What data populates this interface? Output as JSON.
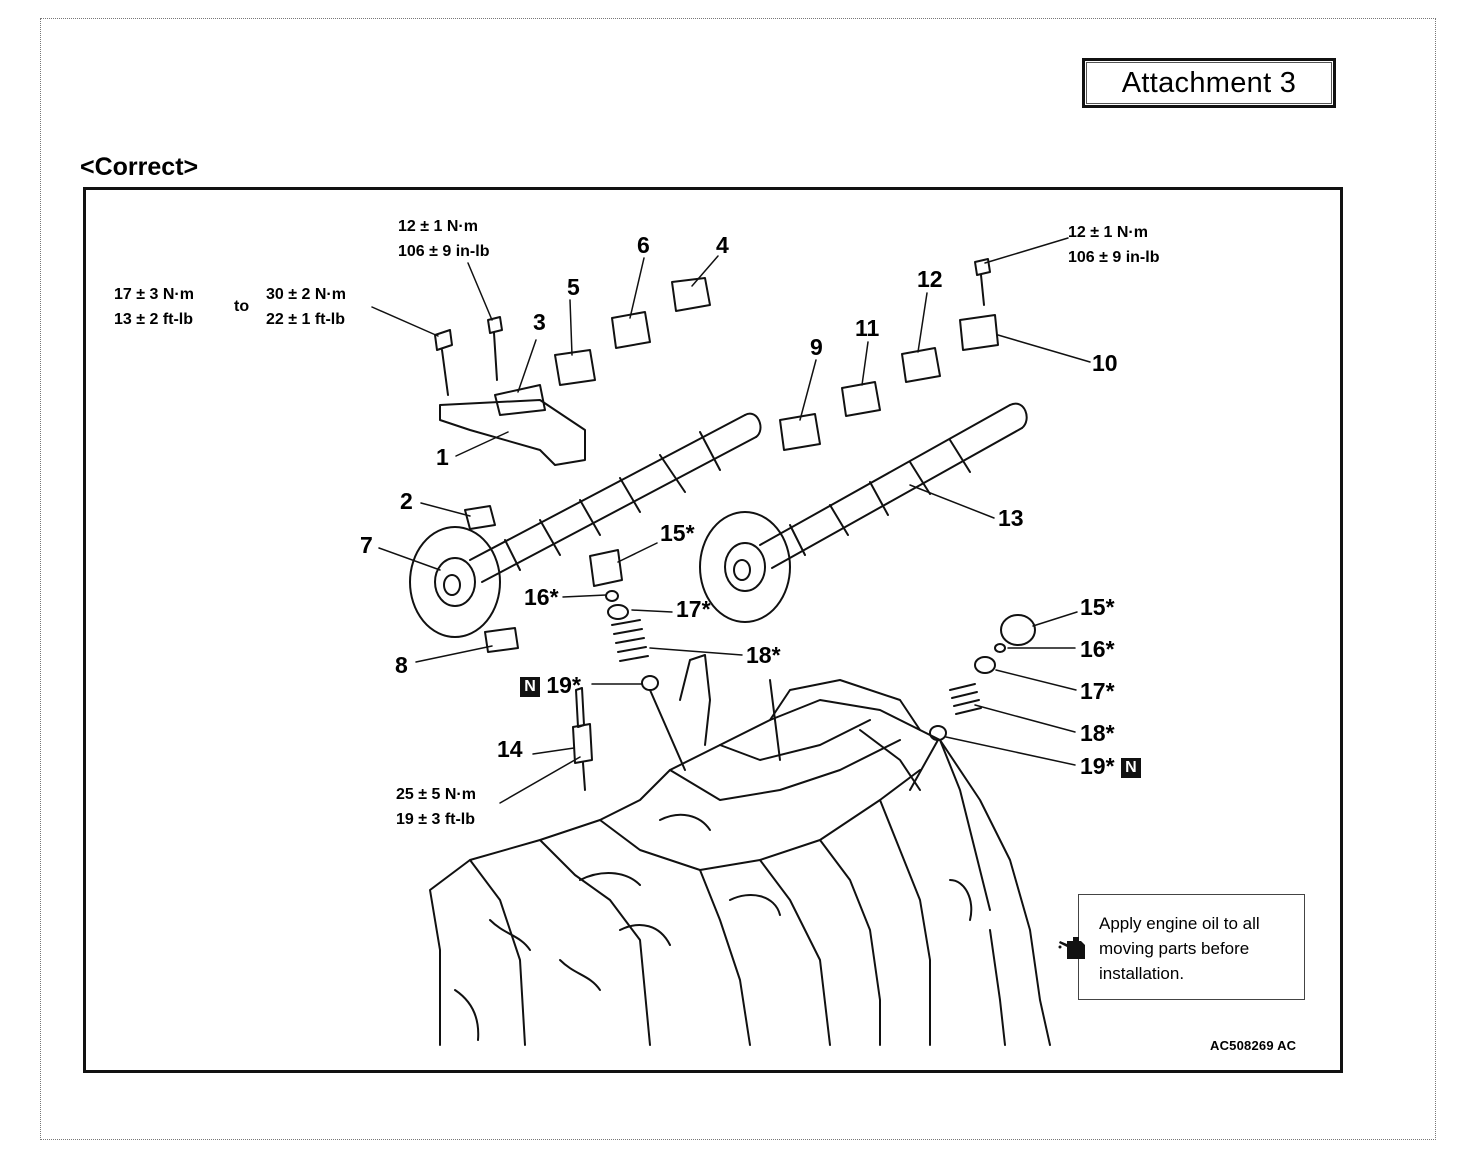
{
  "header": {
    "attachment_label": "Attachment 3",
    "section_title": "<Correct>"
  },
  "torque_specs": {
    "bearing_cap_initial": [
      "17 ± 3 N·m",
      "13 ± 2 ft-lb"
    ],
    "to_word": "to",
    "bearing_cap_final": [
      "30 ± 2 N·m",
      "22 ± 1 ft-lb"
    ],
    "cap_bolt_left": [
      "12 ± 1 N·m",
      "106 ± 9 in-lb"
    ],
    "cap_bolt_right": [
      "12 ± 1 N·m",
      "106 ± 9 in-lb"
    ],
    "spark_plug": [
      "25 ± 5 N·m",
      "19 ± 3 ft-lb"
    ]
  },
  "callouts": {
    "c1": "1",
    "c2": "2",
    "c3": "3",
    "c4": "4",
    "c5": "5",
    "c6": "6",
    "c7": "7",
    "c8": "8",
    "c9": "9",
    "c10": "10",
    "c11": "11",
    "c12": "12",
    "c13": "13",
    "c14": "14",
    "c15_left": "15*",
    "c16_left": "16*",
    "c17_left": "17*",
    "c18_left": "18*",
    "c19_left": "19*",
    "c15_right": "15*",
    "c16_right": "16*",
    "c17_right": "17*",
    "c18_right": "18*",
    "c19_right": "19*",
    "new_part_mark": "N"
  },
  "note": {
    "text": "Apply engine oil to all moving parts before installation.",
    "icon": "oil-can-icon"
  },
  "figure_code": "AC508269 AC"
}
